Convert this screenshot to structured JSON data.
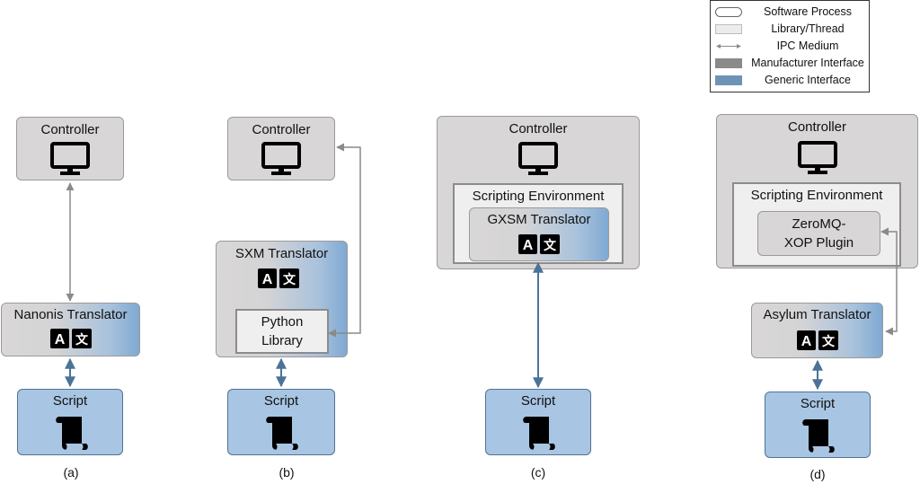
{
  "legend": {
    "items": [
      {
        "label": "Software Process",
        "swatch": "software-process"
      },
      {
        "label": "Library/Thread",
        "swatch": "library-thread"
      },
      {
        "label": "IPC Medium",
        "swatch": "ipc-medium"
      },
      {
        "label": "Manufacturer Interface",
        "swatch": "manufacturer-interface"
      },
      {
        "label": "Generic Interface",
        "swatch": "generic-interface"
      }
    ]
  },
  "colors": {
    "process_fill": "#d8d6d6",
    "script_fill": "#a8c6e3",
    "generic_interface": "#6f93b6",
    "manufacturer_interface": "#8a8a8a",
    "ipc_arrow": "#8a8a8a",
    "generic_arrow": "#4b7398"
  },
  "icons": {
    "controller": "monitor-icon",
    "translator": "translate-icon",
    "script": "scroll-icon",
    "translator_glyph_a": "A",
    "translator_glyph_b": "文"
  },
  "panels": {
    "a": {
      "caption": "(a)",
      "controller_label": "Controller",
      "translator_label": "Nanonis Translator",
      "script_label": "Script"
    },
    "b": {
      "caption": "(b)",
      "controller_label": "Controller",
      "translator_label": "SXM Translator",
      "library_line1": "Python",
      "library_line2": "Library",
      "script_label": "Script"
    },
    "c": {
      "caption": "(c)",
      "controller_label": "Controller",
      "environment_label": "Scripting Environment",
      "translator_label": "GXSM Translator",
      "script_label": "Script"
    },
    "d": {
      "caption": "(d)",
      "controller_label": "Controller",
      "environment_label": "Scripting Environment",
      "plugin_line1": "ZeroMQ-",
      "plugin_line2": "XOP Plugin",
      "translator_label": "Asylum Translator",
      "script_label": "Script"
    }
  }
}
